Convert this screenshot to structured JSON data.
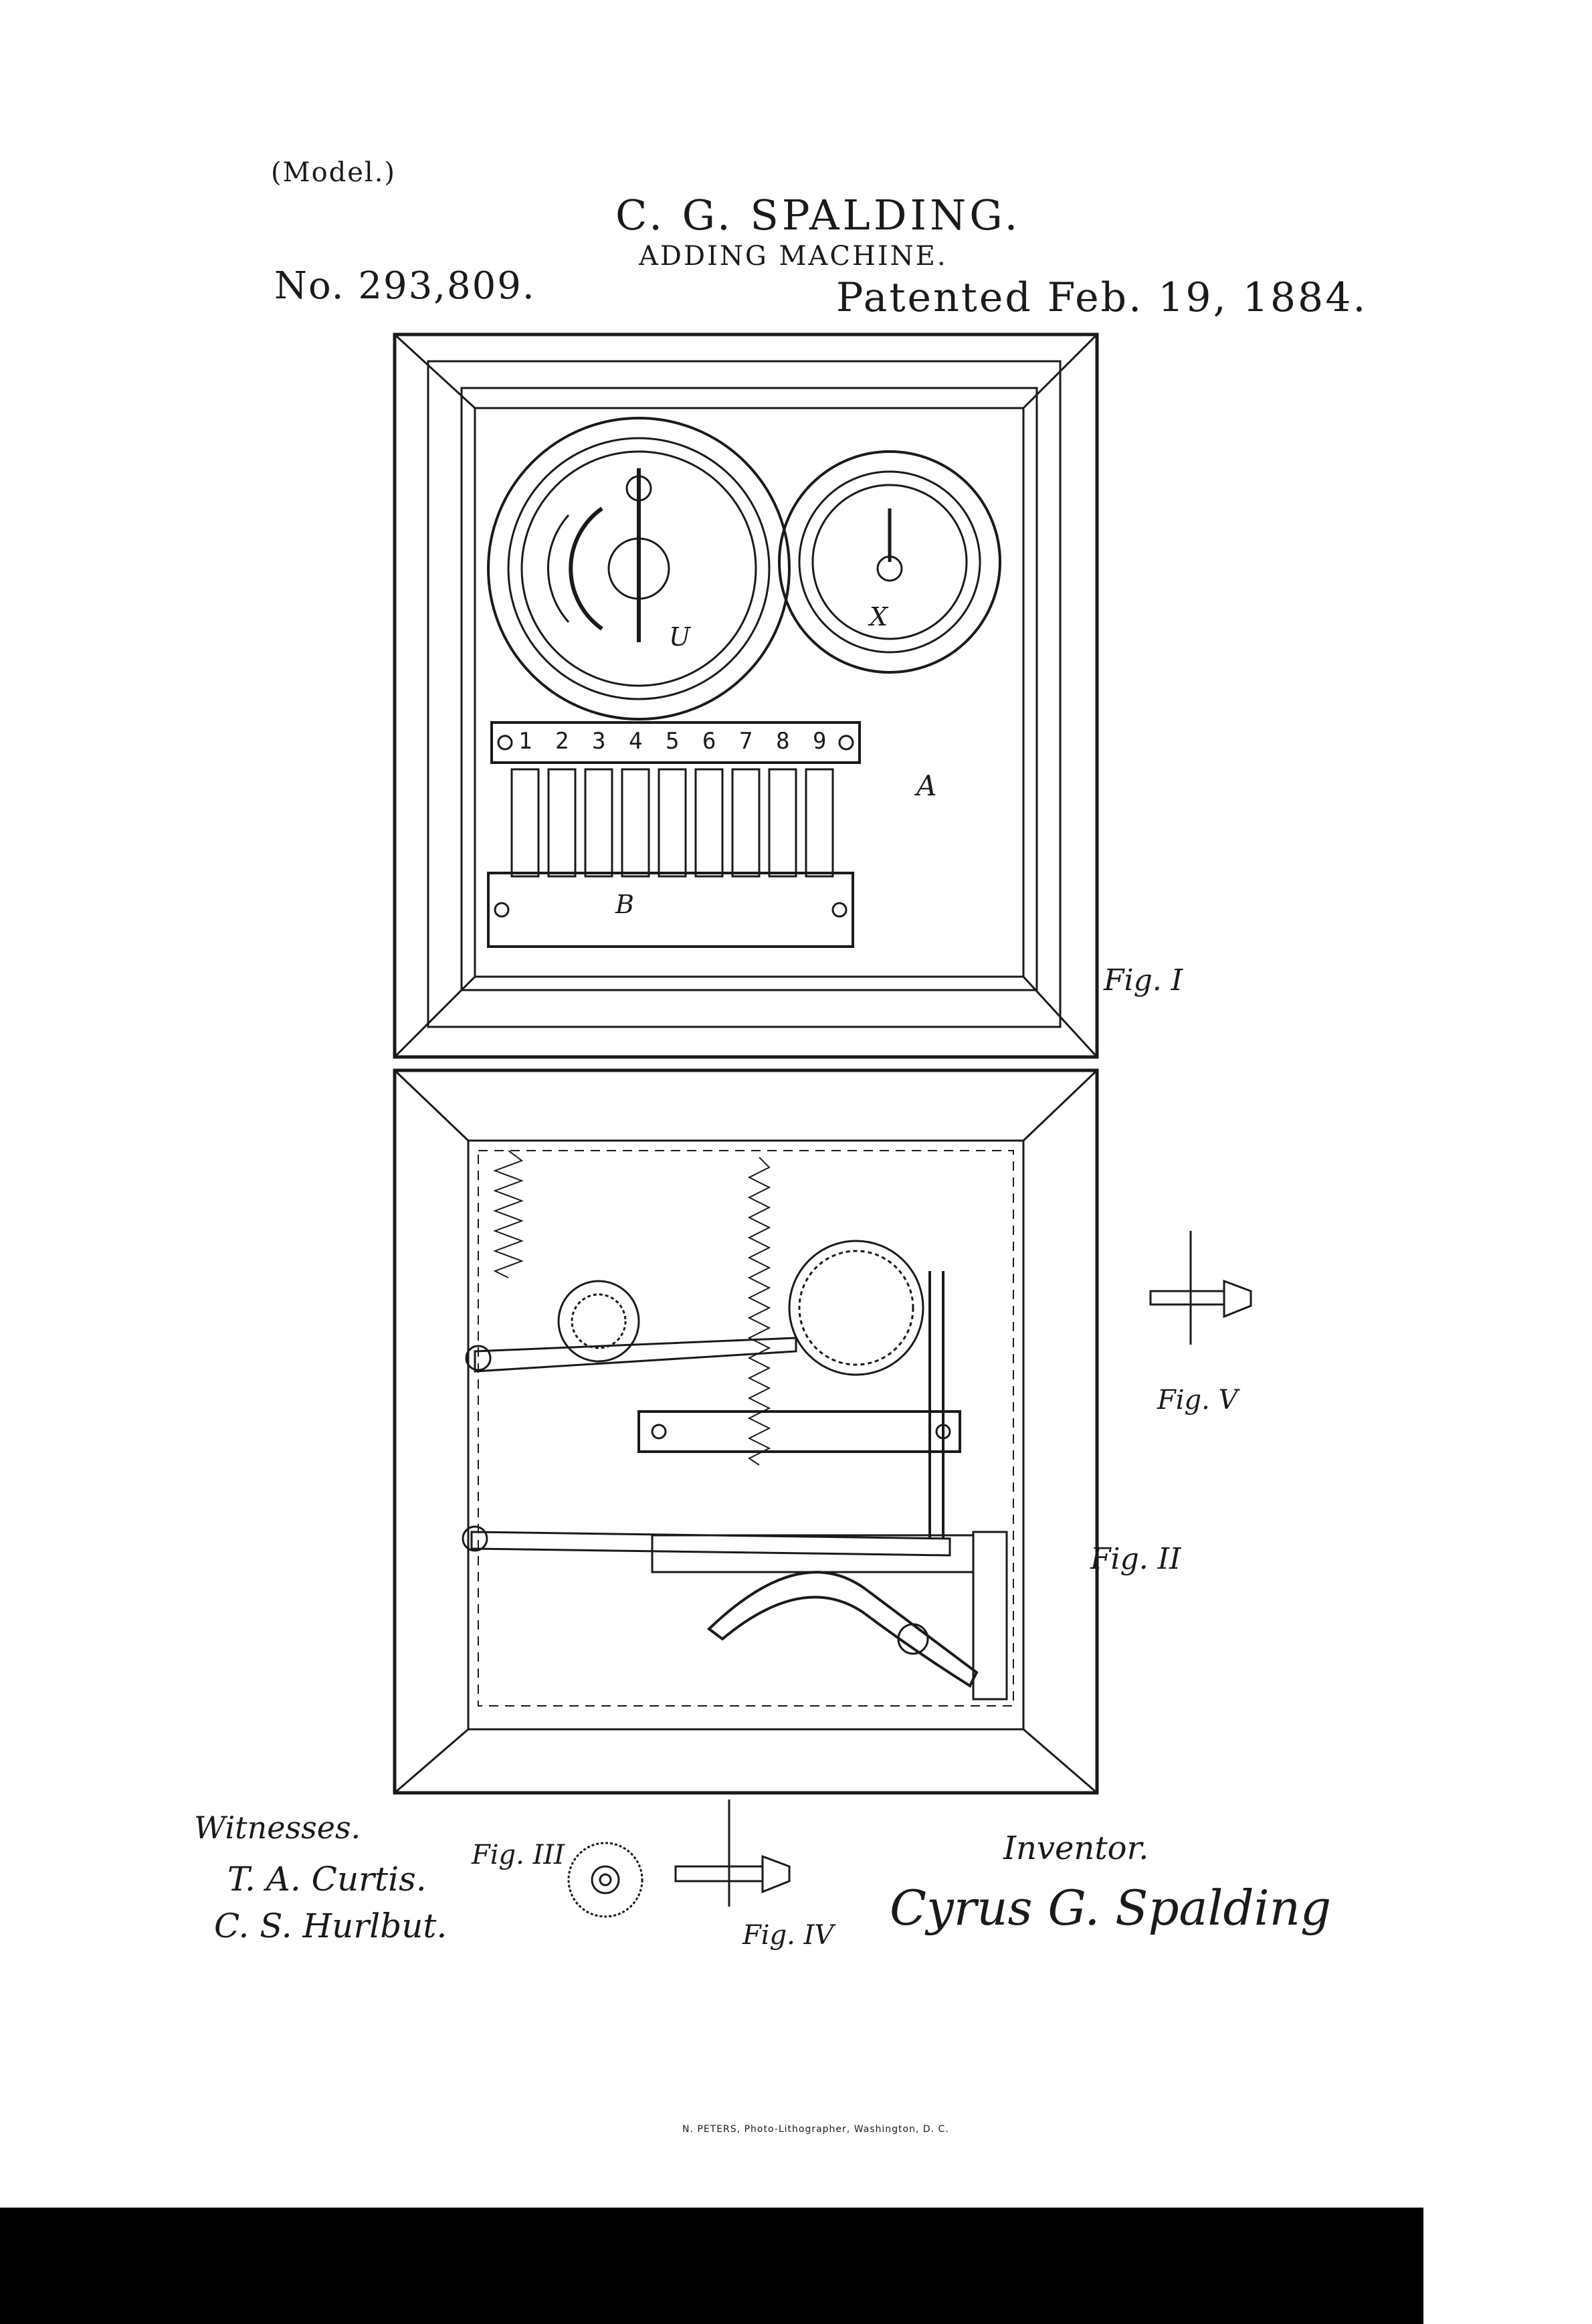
{
  "header": {
    "model_label": "(Model.)",
    "inventor_name": "C. G. SPALDING.",
    "title": "ADDING MACHINE.",
    "patent_number": "No. 293,809.",
    "patent_date": "Patented Feb. 19, 1884."
  },
  "figures": {
    "fig1_label": "Fig. I",
    "fig2_label": "Fig. II",
    "fig3_label": "Fig. III",
    "fig4_label": "Fig. IV",
    "fig5_label": "Fig. V"
  },
  "fig1": {
    "key_numbers": [
      "1",
      "2",
      "3",
      "4",
      "5",
      "6",
      "7",
      "8",
      "9"
    ],
    "part_letters": {
      "frame": "A",
      "bars": "B",
      "dial_big": "U",
      "dial_small": "X"
    }
  },
  "signatures": {
    "witnesses_label": "Witnesses.",
    "witness_1": "T. A. Curtis.",
    "witness_2": "C. S. Hurlbut.",
    "inventor_label": "Inventor.",
    "inventor_signature": "Cyrus G. Spalding"
  },
  "footer": {
    "credit": "N. PETERS, Photo-Lithographer, Washington, D. C."
  },
  "colors": {
    "ink": "#1a1a1a",
    "paper": "#ffffff",
    "bar": "#000000"
  }
}
